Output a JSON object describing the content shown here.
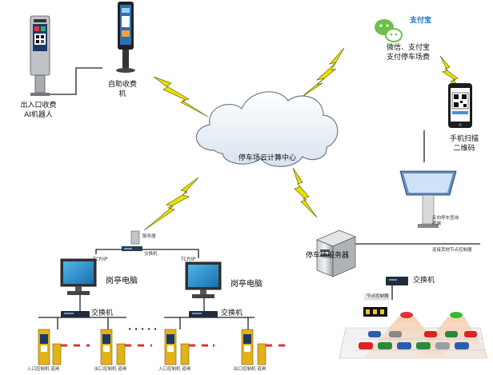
{
  "nodes": {
    "robot": {
      "line1": "出入口收费",
      "line2": "AI机器人"
    },
    "kiosk": {
      "line1": "自助收费",
      "line2": "机"
    },
    "payment": {
      "line1": "微信、支付宝",
      "line2": "支付停车场费"
    },
    "alipay_logo": {
      "text": "支付宝"
    },
    "phone_scan": {
      "line1": "手机扫描",
      "line2": "二维码"
    },
    "cloud": {
      "label": "停车场云计算中心"
    },
    "server": {
      "label": "停车场服务器"
    },
    "booth_pc_left": {
      "label": "岗亭电脑"
    },
    "booth_pc_right": {
      "label": "岗亭电脑"
    },
    "switch_top": {
      "label": "交换机"
    },
    "switch_left": {
      "label": "交换机"
    },
    "switch_right": {
      "label": "交换机"
    },
    "inquiry_terminal": {
      "line1": "反向停车查询",
      "line2": "终端"
    },
    "node_controller_label": {
      "text": "连接其他节点控制器"
    },
    "node_controller_box": {
      "text": "节点控制器"
    },
    "server_small": {
      "text": "服务器"
    },
    "switch_small": {
      "text": "交换机"
    },
    "tcpip_left": {
      "text": "TCP/IP"
    },
    "tcpip_right": {
      "text": "TCP/IP"
    },
    "dots": {
      "text": "· · · · ·"
    },
    "gate_captions": [
      {
        "text": "入口控制机  道闸"
      },
      {
        "text": "出口控制机  道闸"
      },
      {
        "text": "入口控制机  道闸"
      },
      {
        "text": "出口控制机  道闸"
      }
    ]
  },
  "colors": {
    "bolt": "#e8e000",
    "bolt_stroke": "#5a5a00",
    "cloud_fill": "#eef3f8",
    "cloud_stroke": "#6b7d90",
    "line": "#222222"
  }
}
